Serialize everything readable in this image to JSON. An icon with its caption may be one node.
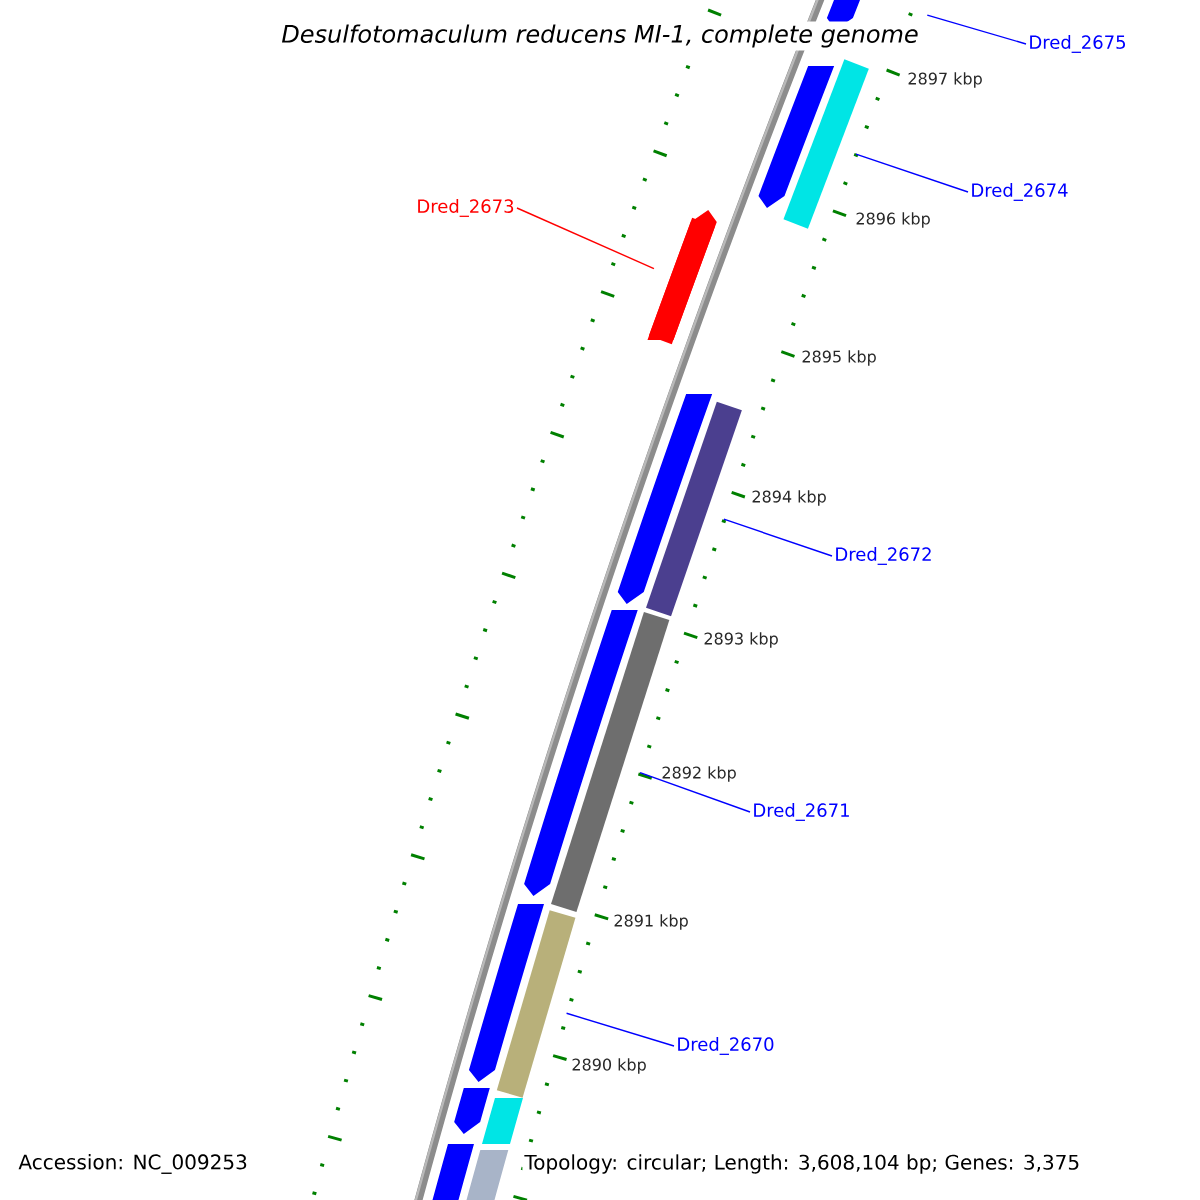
{
  "diagram": {
    "title": "Desulfotomaculum reducens MI-1, complete genome",
    "nodes": [
      {
        "text": [
          "Dred_2675"
        ]
      },
      {
        "text": [
          "Dred_2674"
        ]
      },
      {
        "text": [],
        "shape": "bar"
      },
      {
        "text": [
          "Dred_2673"
        ]
      },
      {
        "text": [],
        "shape": "bar"
      },
      {
        "text": [
          "Dred_2672"
        ]
      },
      {
        "text": [],
        "shape": "bar"
      },
      {
        "text": [
          "Dred_2671"
        ]
      },
      {
        "text": [],
        "shape": "bar"
      },
      {
        "text": [
          "Dred_2670"
        ]
      },
      {
        "text": [],
        "shape": "bar"
      }
    ],
    "edges": [
      {
        "from": 0,
        "to": null,
        "arrow": "none"
      },
      {
        "from": 1,
        "to": 2,
        "arrow": "none"
      },
      {
        "from": 3,
        "to": 4,
        "arrow": "none",
        "color": "#ff0000"
      },
      {
        "from": 5,
        "to": 6,
        "arrow": "none"
      },
      {
        "from": 7,
        "to": 8,
        "arrow": "none"
      },
      {
        "from": 9,
        "to": 10,
        "arrow": "none"
      }
    ],
    "labels": [
      "2897 kbp",
      "2896 kbp",
      "2895 kbp",
      "2894 kbp",
      "2893 kbp",
      "2892 kbp",
      "2891 kbp",
      "2890 kbp",
      "Accession: NC_009253",
      "Topology: circular; Length: 3,608,104 bp; Genes: 3,375"
    ]
  }
}
